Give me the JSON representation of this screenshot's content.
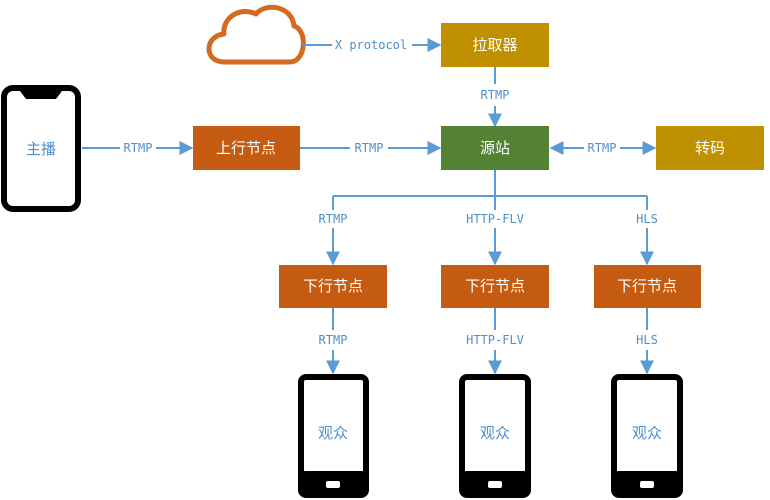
{
  "colors": {
    "edge": "#5b9bd5",
    "edge_label": "#4f8fcb",
    "node_gold": "#bf9000",
    "node_orange": "#c55a11",
    "node_green": "#548235",
    "cloud_stroke": "#d46a1f",
    "phone": "#000000"
  },
  "nodes": {
    "puller": "拉取器",
    "upstream": "上行节点",
    "origin": "源站",
    "transcode": "转码",
    "downstream_1": "下行节点",
    "downstream_2": "下行节点",
    "downstream_3": "下行节点"
  },
  "phones": {
    "anchor": "主播",
    "viewer_1": "观众",
    "viewer_2": "观众",
    "viewer_3": "观众"
  },
  "edges": {
    "cloud_to_puller": "X protocol",
    "puller_to_origin": "RTMP",
    "anchor_to_upstream": "RTMP",
    "upstream_to_origin": "RTMP",
    "origin_transcode": "RTMP",
    "origin_to_down_1": "RTMP",
    "origin_to_down_2": "HTTP-FLV",
    "origin_to_down_3": "HLS",
    "down_1_to_viewer": "RTMP",
    "down_2_to_viewer": "HTTP-FLV",
    "down_3_to_viewer": "HLS"
  }
}
